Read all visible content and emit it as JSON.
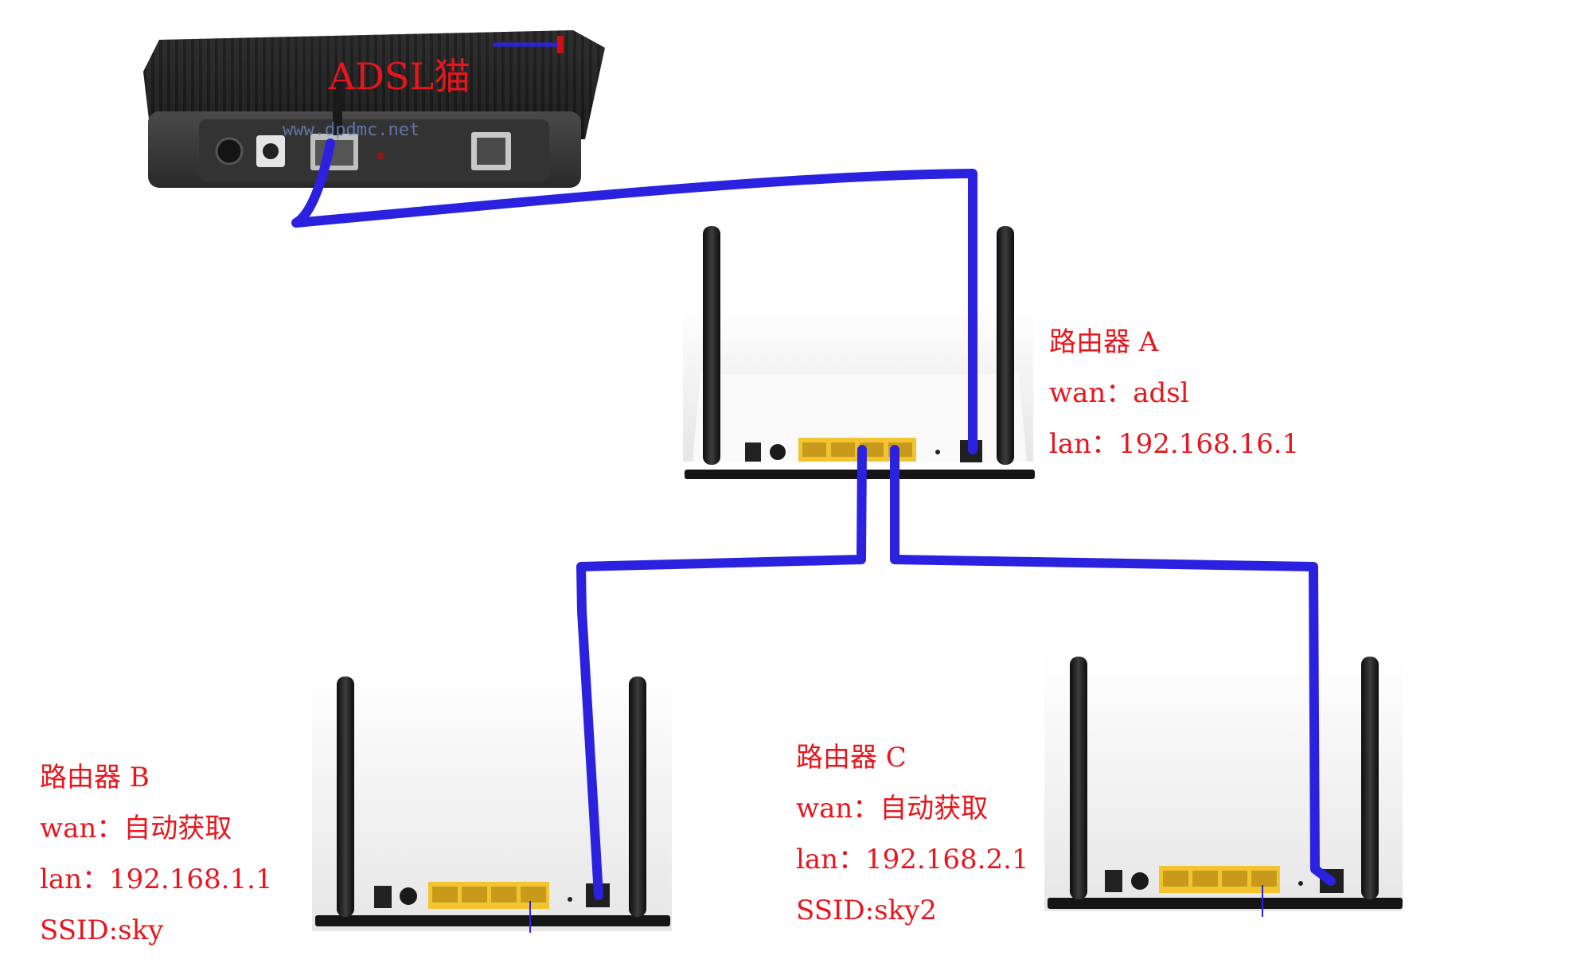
{
  "modem": {
    "label": "ADSL猫",
    "watermark": "www.dpdmc.net"
  },
  "router_a": {
    "name": "路由器 A",
    "wan": "wan：adsl",
    "lan": "lan：192.168.16.1"
  },
  "router_b": {
    "name": "路由器 B",
    "wan": "wan：自动获取",
    "lan": "lan：192.168.1.1",
    "ssid": "SSID:sky"
  },
  "router_c": {
    "name": "路由器 C",
    "wan": "wan：自动获取",
    "lan": "lan：192.168.2.1",
    "ssid": "SSID:sky2"
  },
  "colors": {
    "cable": "#2b22e0",
    "label": "#e8161c",
    "lan_port": "#f2c530",
    "router_body": "#f4f4f4"
  }
}
